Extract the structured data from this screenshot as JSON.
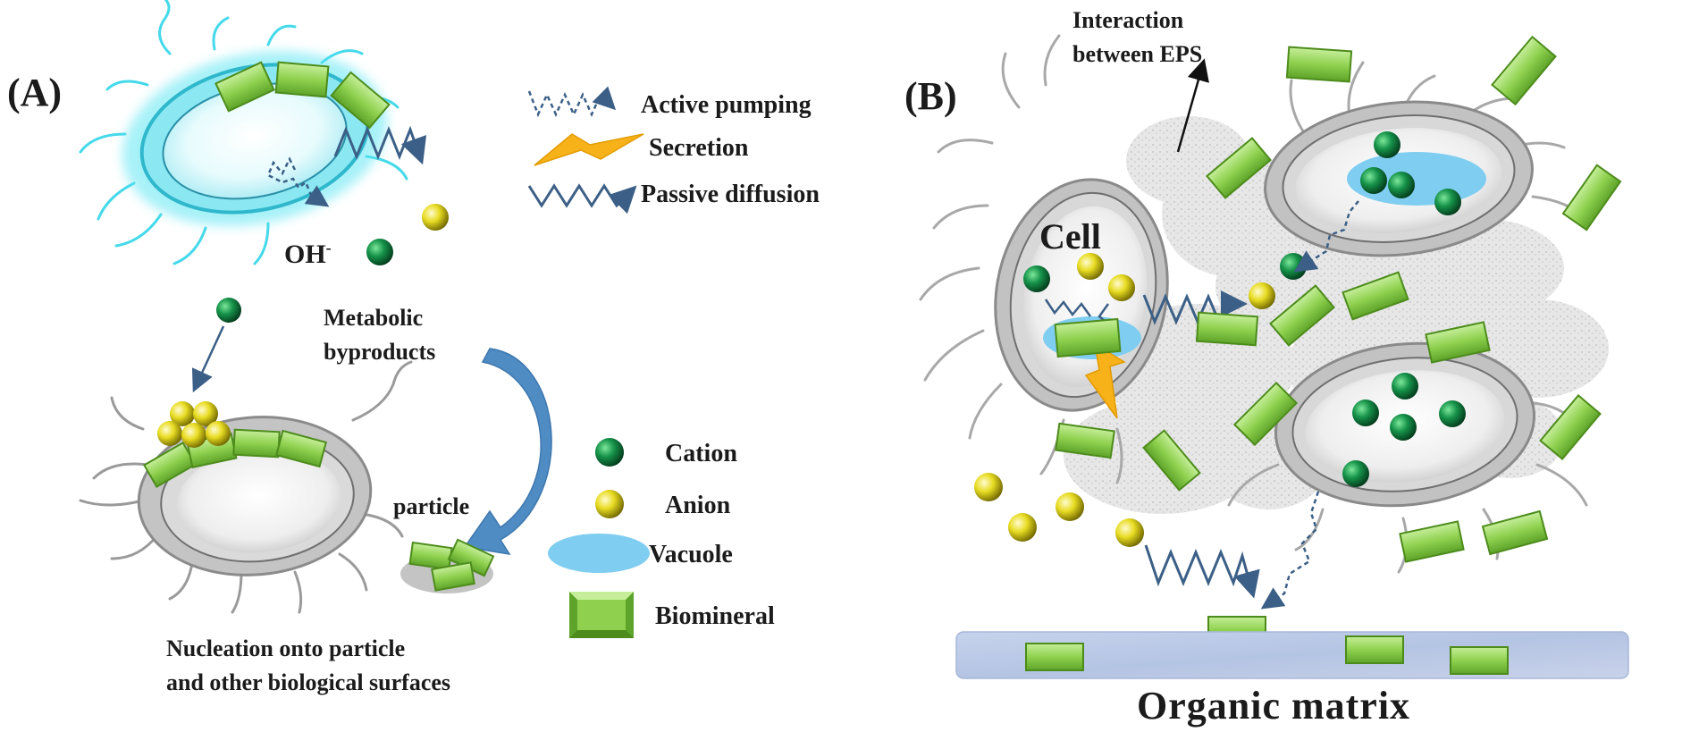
{
  "panel_a": {
    "label": "(A)",
    "ion_label": "OH",
    "ion_charge": "-",
    "metabolic_line1": "Metabolic",
    "metabolic_line2": "byproducts",
    "particle_label": "particle",
    "caption_line1": "Nucleation onto particle",
    "caption_line2": "and other biological surfaces"
  },
  "legend_top": [
    {
      "icon": "dashed-zigzag-arrow",
      "label": "Active pumping"
    },
    {
      "icon": "lightning-bolt",
      "label": "Secretion"
    },
    {
      "icon": "solid-zigzag-arrow",
      "label": "Passive diffusion"
    }
  ],
  "legend_bottom": [
    {
      "icon": "green-sphere",
      "label": "Cation"
    },
    {
      "icon": "yellow-sphere",
      "label": "Anion"
    },
    {
      "icon": "blue-ellipse",
      "label": "Vacuole"
    },
    {
      "icon": "green-block",
      "label": "Biomineral"
    }
  ],
  "panel_b": {
    "label": "(B)",
    "eps_line1": "Interaction",
    "eps_line2": "between EPS",
    "cell_label": "Cell",
    "matrix_label": "Organic matrix"
  },
  "colors": {
    "cation": "#0f7a3a",
    "anion": "#e4d619",
    "biomineral": "#8fd14f",
    "vacuole": "#7fcdf0",
    "bolt": "#f7b21a",
    "arrow": "#3b5f86",
    "cell_glow": "#5ee6f3",
    "cell_gray": "#b9b9b9",
    "matrix": "#bccbe6"
  }
}
